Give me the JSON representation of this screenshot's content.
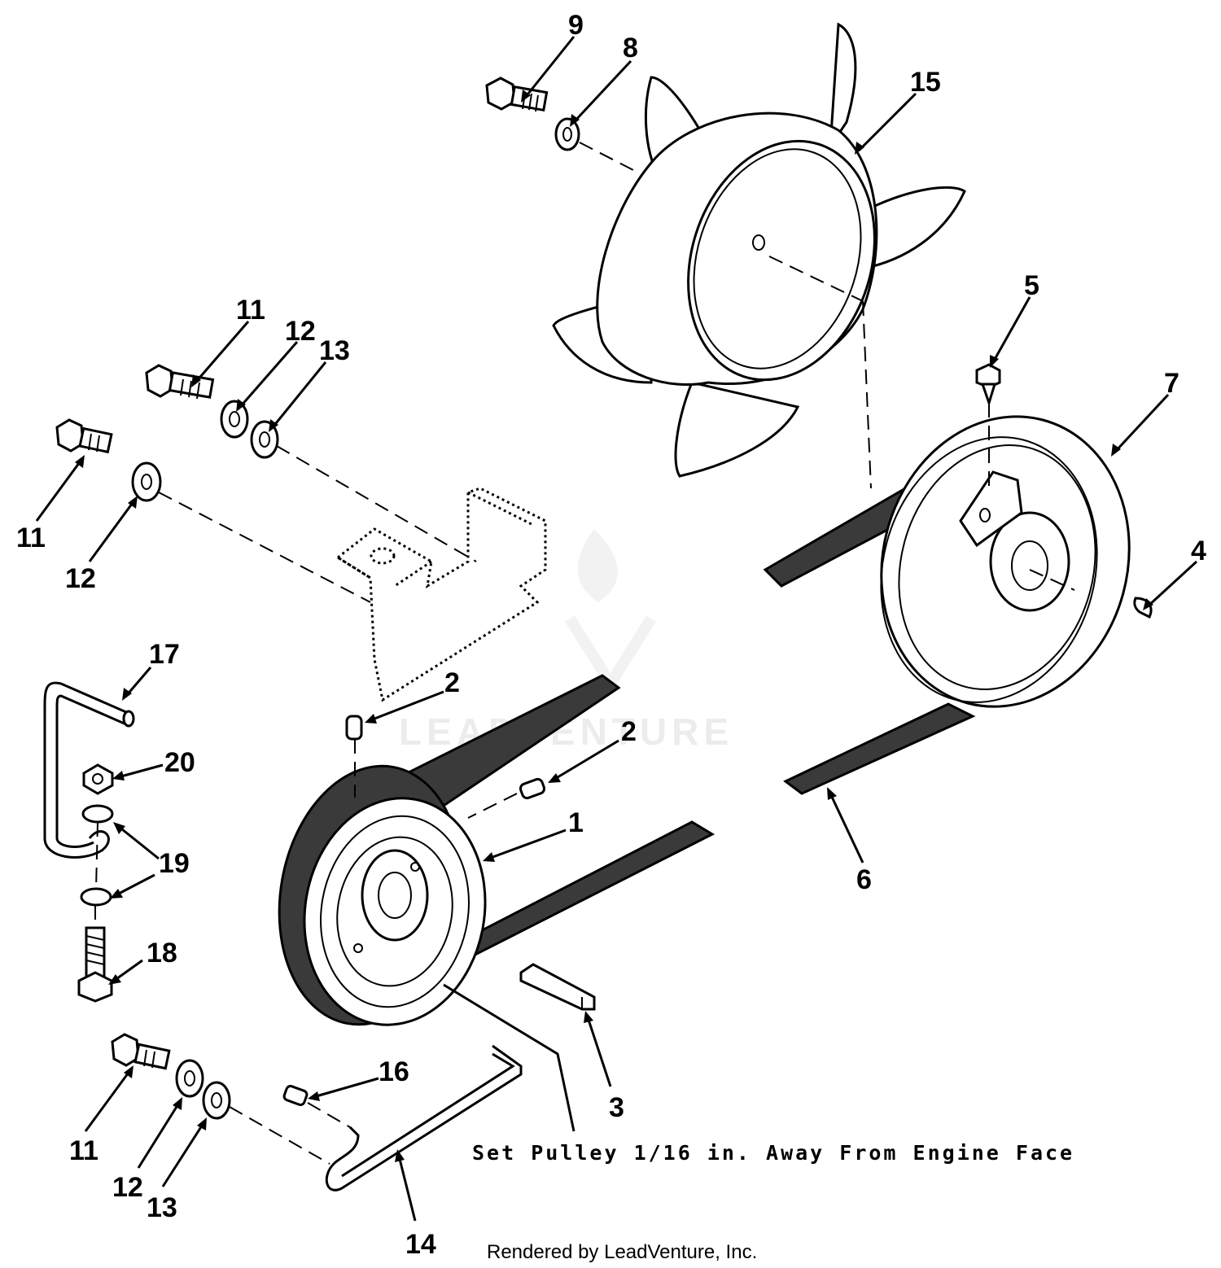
{
  "labels": [
    {
      "id": "c9",
      "text": "9"
    },
    {
      "id": "c8",
      "text": "8"
    },
    {
      "id": "c15",
      "text": "15"
    },
    {
      "id": "c11a",
      "text": "11"
    },
    {
      "id": "c12a",
      "text": "12"
    },
    {
      "id": "c13a",
      "text": "13"
    },
    {
      "id": "c11b",
      "text": "11"
    },
    {
      "id": "c12b",
      "text": "12"
    },
    {
      "id": "c5",
      "text": "5"
    },
    {
      "id": "c7",
      "text": "7"
    },
    {
      "id": "c4",
      "text": "4"
    },
    {
      "id": "c17",
      "text": "17"
    },
    {
      "id": "c2a",
      "text": "2"
    },
    {
      "id": "c2b",
      "text": "2"
    },
    {
      "id": "c20",
      "text": "20"
    },
    {
      "id": "c19",
      "text": "19"
    },
    {
      "id": "c1",
      "text": "1"
    },
    {
      "id": "c6",
      "text": "6"
    },
    {
      "id": "c18",
      "text": "18"
    },
    {
      "id": "c16",
      "text": "16"
    },
    {
      "id": "c3",
      "text": "3"
    },
    {
      "id": "c11c",
      "text": "11"
    },
    {
      "id": "c12c",
      "text": "12"
    },
    {
      "id": "c13c",
      "text": "13"
    },
    {
      "id": "c14",
      "text": "14"
    }
  ],
  "note": "Set Pulley 1/16 in. Away From Engine Face",
  "credit": "Rendered by LeadVenture, Inc.",
  "watermark": "LEADVENTURE"
}
